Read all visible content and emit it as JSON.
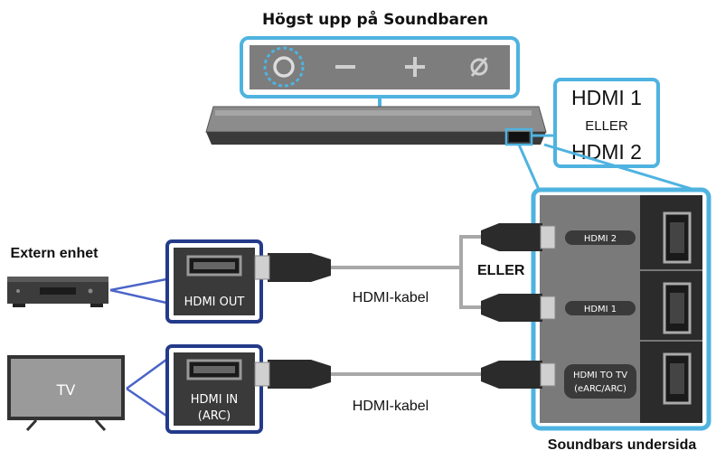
{
  "top_title": "Högst upp på Soundbaren",
  "hdmi_callout": {
    "line1": "HDMI 1",
    "line2": "ELLER",
    "line3": "HDMI 2"
  },
  "external_device": {
    "label": "Extern enhet",
    "port": "HDMI OUT"
  },
  "tv": {
    "screen_text": "TV",
    "port_line1": "HDMI IN",
    "port_line2": "(ARC)"
  },
  "cables": {
    "top": "HDMI-kabel",
    "bottom": "HDMI-kabel",
    "or": "ELLER"
  },
  "soundbar_ports": {
    "hdmi2": "HDMI 2",
    "hdmi1": "HDMI 1",
    "tv_line1": "HDMI TO TV",
    "tv_line2": "(eARC/ARC)"
  },
  "bottom_caption": "Soundbars undersida",
  "colors": {
    "accent": "#4fb3e0",
    "navy": "#243a8a",
    "dark": "#2b2b2b",
    "panel": "#7a7a7a"
  }
}
